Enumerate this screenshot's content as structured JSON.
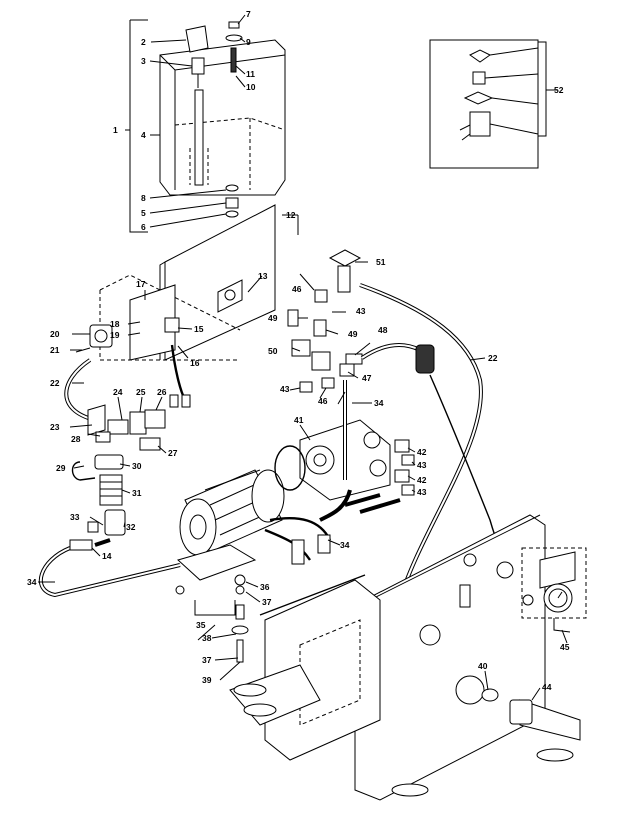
{
  "callouts": [
    {
      "id": "c1",
      "label": "1"
    },
    {
      "id": "c2",
      "label": "2"
    },
    {
      "id": "c3",
      "label": "3"
    },
    {
      "id": "c4",
      "label": "4"
    },
    {
      "id": "c5",
      "label": "5"
    },
    {
      "id": "c6",
      "label": "6"
    },
    {
      "id": "c7",
      "label": "7"
    },
    {
      "id": "c8",
      "label": "8"
    },
    {
      "id": "c9",
      "label": "9"
    },
    {
      "id": "c10",
      "label": "10"
    },
    {
      "id": "c11",
      "label": "11"
    },
    {
      "id": "c12",
      "label": "12"
    },
    {
      "id": "c13",
      "label": "13"
    },
    {
      "id": "c14",
      "label": "14"
    },
    {
      "id": "c15",
      "label": "15"
    },
    {
      "id": "c16",
      "label": "16"
    },
    {
      "id": "c17",
      "label": "17"
    },
    {
      "id": "c18",
      "label": "18"
    },
    {
      "id": "c19",
      "label": "19"
    },
    {
      "id": "c20",
      "label": "20"
    },
    {
      "id": "c21",
      "label": "21"
    },
    {
      "id": "c22a",
      "label": "22"
    },
    {
      "id": "c22b",
      "label": "22"
    },
    {
      "id": "c23",
      "label": "23"
    },
    {
      "id": "c24",
      "label": "24"
    },
    {
      "id": "c25",
      "label": "25"
    },
    {
      "id": "c26",
      "label": "26"
    },
    {
      "id": "c27",
      "label": "27"
    },
    {
      "id": "c28",
      "label": "28"
    },
    {
      "id": "c29",
      "label": "29"
    },
    {
      "id": "c30",
      "label": "30"
    },
    {
      "id": "c31",
      "label": "31"
    },
    {
      "id": "c32",
      "label": "32"
    },
    {
      "id": "c33",
      "label": "33"
    },
    {
      "id": "c34a",
      "label": "34"
    },
    {
      "id": "c34b",
      "label": "34"
    },
    {
      "id": "c34c",
      "label": "34"
    },
    {
      "id": "c35",
      "label": "35"
    },
    {
      "id": "c36",
      "label": "36"
    },
    {
      "id": "c37a",
      "label": "37"
    },
    {
      "id": "c37b",
      "label": "37"
    },
    {
      "id": "c38",
      "label": "38"
    },
    {
      "id": "c39",
      "label": "39"
    },
    {
      "id": "c40",
      "label": "40"
    },
    {
      "id": "c41",
      "label": "41"
    },
    {
      "id": "c42a",
      "label": "42"
    },
    {
      "id": "c42b",
      "label": "42"
    },
    {
      "id": "c43a",
      "label": "43"
    },
    {
      "id": "c43b",
      "label": "43"
    },
    {
      "id": "c43c",
      "label": "43"
    },
    {
      "id": "c43d",
      "label": "43"
    },
    {
      "id": "c44",
      "label": "44"
    },
    {
      "id": "c45",
      "label": "45"
    },
    {
      "id": "c46a",
      "label": "46"
    },
    {
      "id": "c46b",
      "label": "46"
    },
    {
      "id": "c47",
      "label": "47"
    },
    {
      "id": "c48",
      "label": "48"
    },
    {
      "id": "c49a",
      "label": "49"
    },
    {
      "id": "c49b",
      "label": "49"
    },
    {
      "id": "c50",
      "label": "50"
    },
    {
      "id": "c51",
      "label": "51"
    },
    {
      "id": "c52",
      "label": "52"
    }
  ]
}
